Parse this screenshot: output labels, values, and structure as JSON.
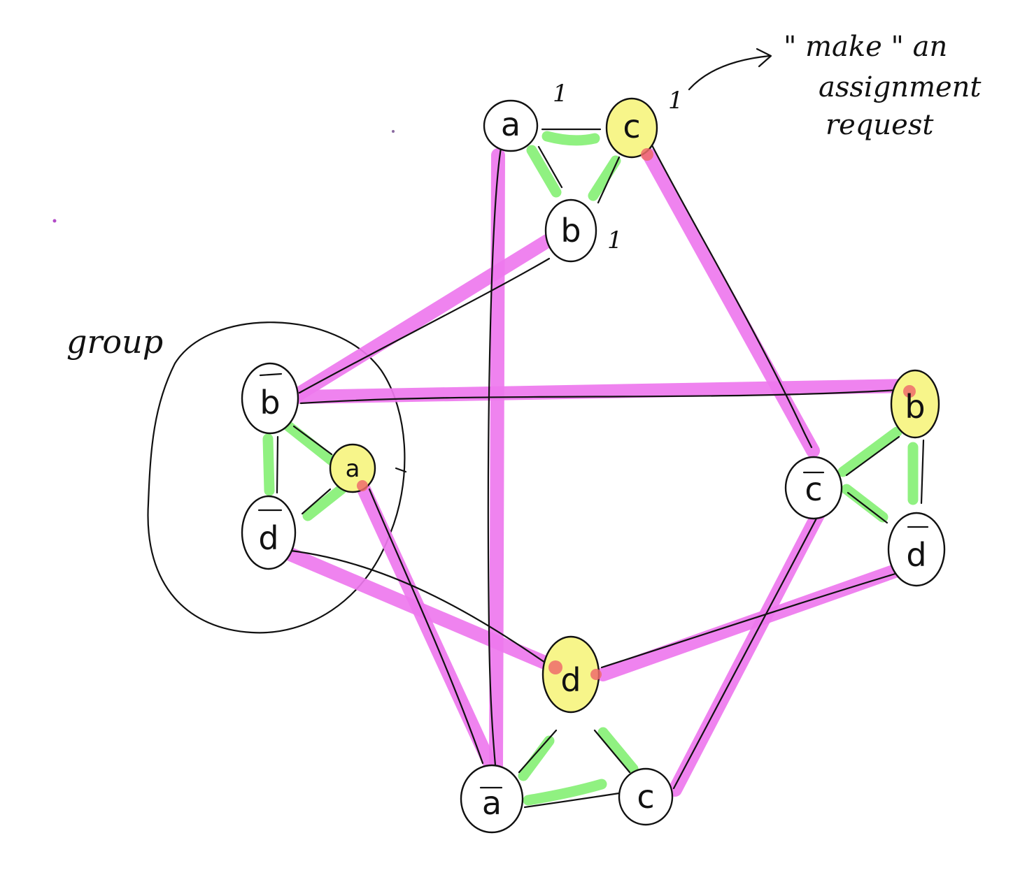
{
  "colors": {
    "literal_edge": "#ee78ee",
    "clause_edge": "#8af07a",
    "selected_node": "#f7f58a",
    "node_fill": "#ffffff",
    "conflict_mark": "#ef6b6b",
    "ink": "#111111"
  },
  "nodes": {
    "t1": {
      "label": "a",
      "negated": false,
      "selected": false,
      "score": "1"
    },
    "t2": {
      "label": "c",
      "negated": false,
      "selected": true,
      "score": "1"
    },
    "t3": {
      "label": "b",
      "negated": false,
      "selected": false,
      "score": "1"
    },
    "l1": {
      "label": "b",
      "negated": true,
      "selected": false,
      "score": ""
    },
    "l2": {
      "label": "a",
      "negated": false,
      "selected": true,
      "score": ""
    },
    "l3": {
      "label": "d",
      "negated": true,
      "selected": false,
      "score": ""
    },
    "r1": {
      "label": "b",
      "negated": false,
      "selected": true,
      "score": ""
    },
    "r2": {
      "label": "c",
      "negated": true,
      "selected": false,
      "score": ""
    },
    "r3": {
      "label": "d",
      "negated": true,
      "selected": false,
      "score": ""
    },
    "b1": {
      "label": "d",
      "negated": false,
      "selected": true,
      "score": ""
    },
    "b2": {
      "label": "a",
      "negated": true,
      "selected": false,
      "score": ""
    },
    "b3": {
      "label": "c",
      "negated": false,
      "selected": false,
      "score": ""
    }
  },
  "annotations": {
    "group_label": "group",
    "note_line1": "\" make \" an",
    "note_line2": "assignment",
    "note_line3": "request"
  }
}
